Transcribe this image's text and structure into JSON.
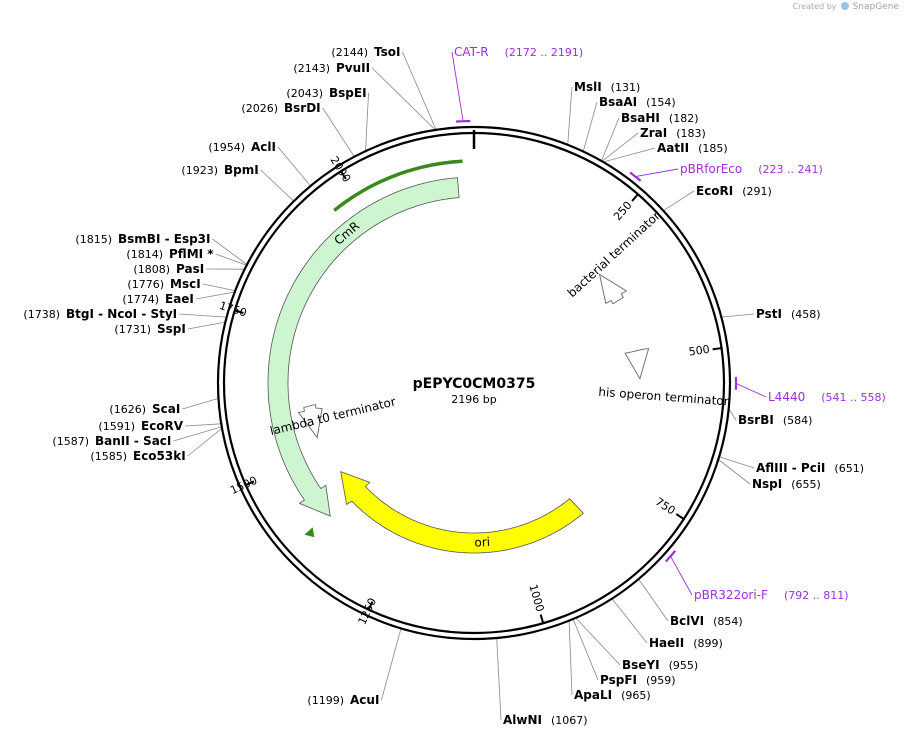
{
  "credit": {
    "prefix": "Created by",
    "brand": "SnapGene"
  },
  "plasmid": {
    "name": "pEPYC0CM0375",
    "length_label": "2196 bp",
    "length": 2196
  },
  "ticks": [
    {
      "pos": 250,
      "label": "250"
    },
    {
      "pos": 500,
      "label": "500"
    },
    {
      "pos": 750,
      "label": "750"
    },
    {
      "pos": 1000,
      "label": "1000"
    },
    {
      "pos": 1250,
      "label": "1250"
    },
    {
      "pos": 1500,
      "label": "1500"
    },
    {
      "pos": 1750,
      "label": "1750"
    },
    {
      "pos": 2000,
      "label": "2000"
    }
  ],
  "features": [
    {
      "name": "CmR",
      "start": 1386,
      "end": 2168,
      "strand": "-",
      "type": "CDS",
      "color": "#ccf5d0"
    },
    {
      "name": "ori",
      "start": 854,
      "end": 1442,
      "strand": "+",
      "type": "rep_origin",
      "color": "#ffff00"
    },
    {
      "name": "bacterial terminator",
      "start": 300,
      "end": 368,
      "strand": "-",
      "type": "terminator",
      "color": "#ffffff"
    },
    {
      "name": "his operon terminator",
      "start": 480,
      "end": 540,
      "strand": "+",
      "type": "terminator",
      "color": "#ffffff"
    },
    {
      "name": "lambda t0 terminator",
      "start": 1530,
      "end": 1600,
      "strand": "-",
      "type": "terminator",
      "color": "#ffffff"
    }
  ],
  "selection_arc": {
    "start": 1958,
    "end": 2180,
    "color": "#3a8a1a"
  },
  "enzymes": [
    {
      "name": "TsoI",
      "pos": "2144",
      "site": 2144
    },
    {
      "name": "PvuII",
      "pos": "2143",
      "site": 2143
    },
    {
      "name": "BspEI",
      "pos": "2043",
      "site": 2043
    },
    {
      "name": "BsrDI",
      "pos": "2026",
      "site": 2026
    },
    {
      "name": "AclI",
      "pos": "1954",
      "site": 1954
    },
    {
      "name": "BpmI",
      "pos": "1923",
      "site": 1923
    },
    {
      "name": "BsmBI - Esp3I",
      "pos": "1815",
      "site": 1815
    },
    {
      "name": "PflMI *",
      "pos": "1814",
      "site": 1814
    },
    {
      "name": "PasI",
      "pos": "1808",
      "site": 1808
    },
    {
      "name": "MscI",
      "pos": "1776",
      "site": 1776
    },
    {
      "name": "EaeI",
      "pos": "1774",
      "site": 1774
    },
    {
      "name": "BtgI - NcoI - StyI",
      "pos": "1738",
      "site": 1738
    },
    {
      "name": "SspI",
      "pos": "1731",
      "site": 1731
    },
    {
      "name": "ScaI",
      "pos": "1626",
      "site": 1626
    },
    {
      "name": "EcoRV",
      "pos": "1591",
      "site": 1591
    },
    {
      "name": "BanII - SacI",
      "pos": "1587",
      "site": 1587
    },
    {
      "name": "Eco53kI",
      "pos": "1585",
      "site": 1585
    },
    {
      "name": "AcuI",
      "pos": "1199",
      "site": 1199
    },
    {
      "name": "AlwNI",
      "pos": "1067",
      "site": 1067
    },
    {
      "name": "ApaLI",
      "pos": "965",
      "site": 965
    },
    {
      "name": "PspFI",
      "pos": "959",
      "site": 959
    },
    {
      "name": "BseYI",
      "pos": "955",
      "site": 955
    },
    {
      "name": "HaeII",
      "pos": "899",
      "site": 899
    },
    {
      "name": "BclVI",
      "pos": "854",
      "site": 854
    },
    {
      "name": "NspI",
      "pos": "655",
      "site": 655
    },
    {
      "name": "AflIII - PciI",
      "pos": "651",
      "site": 651
    },
    {
      "name": "BsrBI",
      "pos": "584",
      "site": 584
    },
    {
      "name": "PstI",
      "pos": "458",
      "site": 458
    },
    {
      "name": "EcoRI",
      "pos": "291",
      "site": 291
    },
    {
      "name": "AatII",
      "pos": "185",
      "site": 185
    },
    {
      "name": "ZraI",
      "pos": "183",
      "site": 183
    },
    {
      "name": "BsaHI",
      "pos": "182",
      "site": 182
    },
    {
      "name": "BsaAI",
      "pos": "154",
      "site": 154
    },
    {
      "name": "MslI",
      "pos": "131",
      "site": 131
    }
  ],
  "primers": [
    {
      "name": "CAT-R",
      "range": "(2172 .. 2191)",
      "start": 2172,
      "end": 2191
    },
    {
      "name": "pBRforEco",
      "range": "(223 .. 241)",
      "start": 223,
      "end": 241
    },
    {
      "name": "L4440",
      "range": "(541 .. 558)",
      "start": 541,
      "end": 558
    },
    {
      "name": "pBR322ori-F",
      "range": "(792 .. 811)",
      "start": 792,
      "end": 811
    }
  ],
  "colors": {
    "primer": "#9b30d9",
    "backbone": "#000000",
    "leader": "#888888"
  }
}
